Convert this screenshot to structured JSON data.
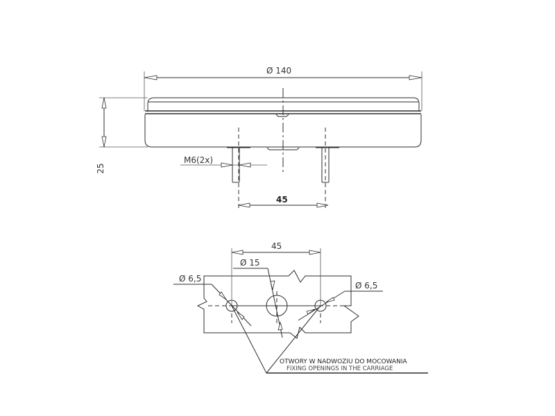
{
  "drawing": {
    "type": "technical-drawing",
    "views": [
      "side-view",
      "mounting-hole-view"
    ]
  },
  "side_view": {
    "diameter_label": "Ø 140",
    "height_label": "25",
    "thread_label": "M6(2x)",
    "stud_spacing_label": "45"
  },
  "hole_view": {
    "spacing_label": "45",
    "center_hole_label": "Ø 15",
    "left_hole_label": "Ø 6,5",
    "right_hole_label": "Ø 6,5"
  },
  "note": {
    "line_pl": "OTWORY W NADWOZIU DO MOCOWANIA",
    "line_en": "FIXING OPENINGS IN THE CARRIAGE"
  }
}
